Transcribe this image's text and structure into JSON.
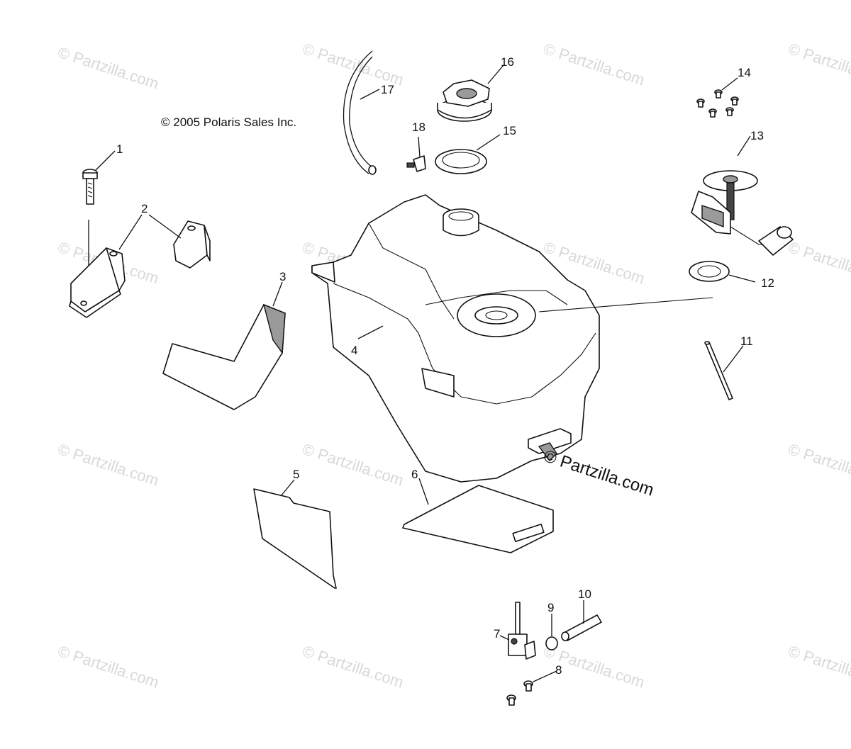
{
  "copyright": "© 2005 Polaris Sales Inc.",
  "watermark": {
    "text": "© Partzilla.com",
    "center_text": "© Partzilla.com"
  },
  "callouts": [
    "1",
    "2",
    "3",
    "4",
    "5",
    "6",
    "7",
    "8",
    "9",
    "10",
    "11",
    "12",
    "13",
    "14",
    "15",
    "16",
    "17",
    "18"
  ],
  "colors": {
    "line": "#111111",
    "watermark": "#d8d8d8",
    "shade": "#9a9a9a",
    "background": "#ffffff"
  },
  "icons": {
    "bolt": "bolt-icon",
    "bracket": "bracket-icon",
    "tank": "fuel-tank-icon",
    "cap": "fuel-cap-icon"
  }
}
